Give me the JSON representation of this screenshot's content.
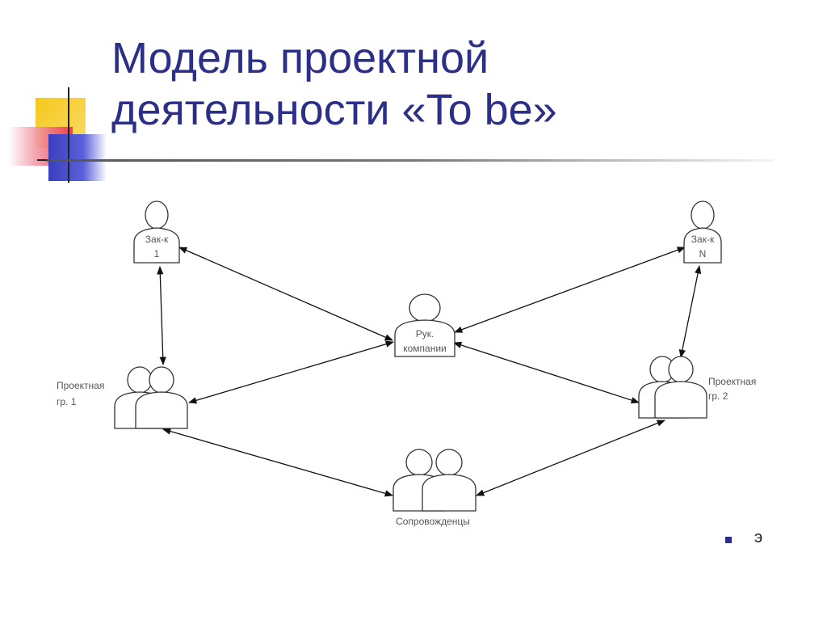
{
  "title": {
    "line1": "Модель проектной",
    "line2": "деятельности «To be»"
  },
  "diagram": {
    "nodes": {
      "customer_1": {
        "line1": "Зак-к",
        "line2": "1"
      },
      "customer_n": {
        "line1": "Зак-к",
        "line2": "N"
      },
      "head": {
        "line1": "Рук.",
        "line2": "компании"
      },
      "group_1": {
        "line1": "Проектная",
        "line2": "гр. 1"
      },
      "group_2": {
        "line1": "Проектная",
        "line2": "гр. 2"
      },
      "support": {
        "label": "Сопровожденцы"
      }
    },
    "links": [
      [
        "customer_1",
        "group_1"
      ],
      [
        "customer_1",
        "head"
      ],
      [
        "customer_n",
        "head"
      ],
      [
        "customer_n",
        "group_2"
      ],
      [
        "head",
        "group_1"
      ],
      [
        "head",
        "group_2"
      ],
      [
        "group_1",
        "support"
      ],
      [
        "group_2",
        "support"
      ]
    ]
  },
  "bullet": {
    "text": "э"
  },
  "colors": {
    "title": "#2b2f88",
    "deco_yellow": "#f6c81c",
    "deco_red": "#e8304a",
    "deco_blue": "#3a3fc0"
  }
}
